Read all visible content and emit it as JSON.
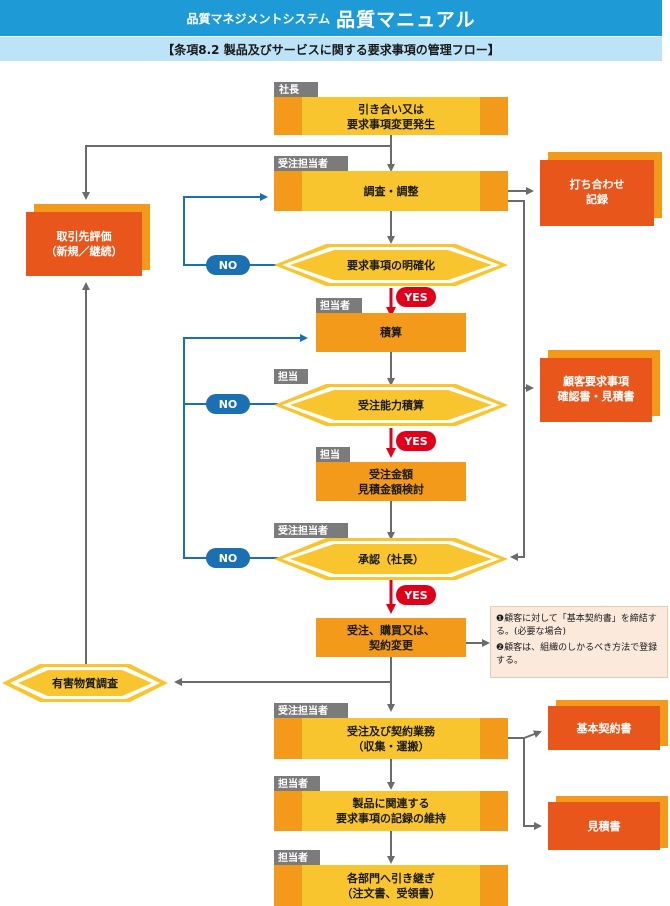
{
  "header": {
    "system": "品質マネジメントシステム",
    "manual": "品質マニュアル",
    "subtitle": "【条項8.2 製品及びサービスに関する要求事項の管理フロー】"
  },
  "colors": {
    "blue": "#1E9BD7",
    "yellow": "#F9C52E",
    "orange": "#F39A1A",
    "red_orange": "#E9561C",
    "gray_tag": "#7B7B7B",
    "red_arrow": "#E1001A"
  },
  "steps": {
    "occurrence": {
      "role": "社長",
      "line1": "引き合い又は",
      "line2": "要求事項変更発生"
    },
    "adjust": {
      "role": "受注担当者",
      "label": "調査・調整"
    },
    "clarify": {
      "label": "要求事項の明確化"
    },
    "estimate": {
      "role": "担当者",
      "label": "積算"
    },
    "capability": {
      "role": "担当",
      "label": "受注能力積算"
    },
    "amount": {
      "role": "担当",
      "line1": "受注金額",
      "line2": "見積金額検討"
    },
    "approval": {
      "role": "受注担当者",
      "label": "承認（社長）"
    },
    "order": {
      "line1": "受注、購買又は、",
      "line2": "契約変更"
    },
    "hazard": {
      "label": "有害物質調査"
    },
    "contract": {
      "role": "受注担当者",
      "line1": "受注及び契約業務",
      "line2": "（収集・運搬）"
    },
    "records": {
      "role": "担当者",
      "line1": "製品に関連する",
      "line2": "要求事項の記録の維持"
    },
    "handover": {
      "role": "担当者",
      "line1": "各部門へ引き継ぎ",
      "line2": "（注文書、受領書）"
    }
  },
  "outputs": {
    "meeting": {
      "line1": "打ち合わせ",
      "line2": "記録"
    },
    "evaluation": {
      "line1": "取引先評価",
      "line2": "（新規／継続）"
    },
    "confirmation": {
      "line1": "顧客要求事項",
      "line2": "確認書・見積書"
    },
    "basic_contract": {
      "label": "基本契約書"
    },
    "quotation": {
      "label": "見積書"
    }
  },
  "badges": {
    "no": "NO",
    "yes": "YES"
  },
  "note": {
    "item1": "❶顧客に対して「基本契約書」を締結する。(必要な場合)",
    "item2": "❷顧客は、組織のしかるべき方法で登録する。"
  }
}
